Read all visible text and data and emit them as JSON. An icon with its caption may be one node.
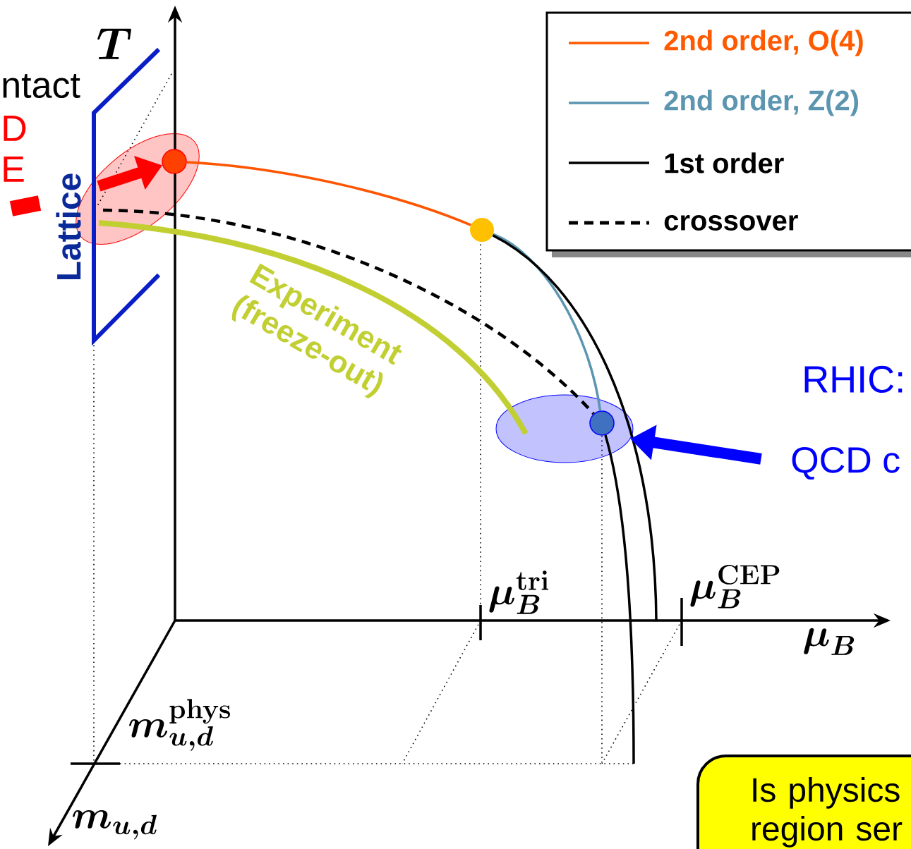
{
  "diagram": {
    "nodes": [
      {
        "text": [],
        "shape": "ellipse"
      },
      {
        "text": [],
        "shape": "circle",
        "in": 0
      },
      {
        "text": [],
        "shape": "circle"
      },
      {
        "text": [],
        "shape": "ellipse"
      },
      {
        "text": [],
        "shape": "circle",
        "in": 3
      },
      {
        "text": [
          "QCD c"
        ]
      },
      {
        "text": [
          "Is physics region ser"
        ]
      }
    ],
    "edges": [
      {
        "from": null,
        "to": 1,
        "arrow": "to",
        "style": "thick",
        "color": "#ff0000"
      },
      {
        "from": 1,
        "to": 2,
        "arrow": "none",
        "color": "#ff5500"
      },
      {
        "from": 2,
        "to": 4,
        "arrow": "none",
        "color": "#5b95b0"
      },
      {
        "from": 2,
        "to": null,
        "arrow": "none"
      },
      {
        "from": null,
        "to": 4,
        "arrow": "none",
        "style": "dashed"
      },
      {
        "from": 4,
        "to": null,
        "arrow": "none"
      },
      {
        "from": 5,
        "to": 3,
        "arrow": "to",
        "style": "thick",
        "color": "#0000ff"
      }
    ],
    "labels": [
      "\\boldsymbol{T}",
      "ntact",
      "D",
      "E",
      "Lattice",
      "Experiment (freeze-out)",
      "RHIC:",
      "\\boldsymbol{\\mu}_{\\boldsymbol{B}}^{\\mathbf{tri}}",
      "\\boldsymbol{\\mu}_{\\boldsymbol{B}}^{\\mathbf{CEP}}",
      "\\boldsymbol{\\mu}_{\\boldsymbol{B}}",
      "\\boldsymbol{m}_{\\boldsymbol{u,d}}^{\\mathbf{phys}}",
      "\\boldsymbol{m}_{\\boldsymbol{u,d}}"
    ],
    "legend": [
      {
        "text": "2nd order, O(4)"
      },
      {
        "text": "2nd order, Z(2)"
      },
      {
        "text": "1st order"
      },
      {
        "text": "crossover"
      }
    ]
  }
}
